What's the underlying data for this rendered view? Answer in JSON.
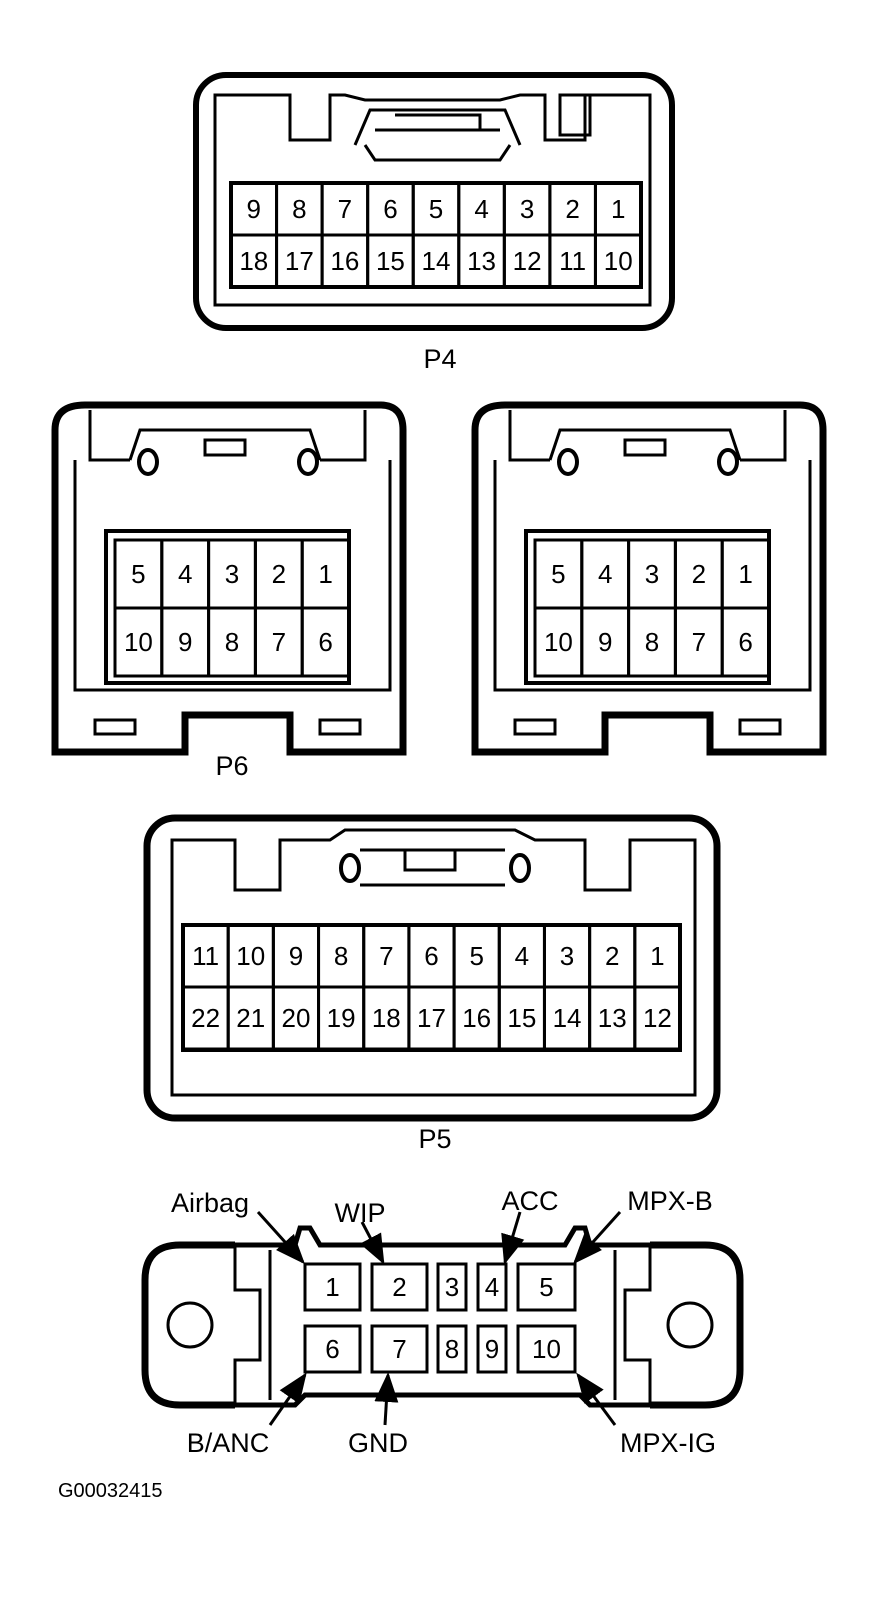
{
  "connectors": {
    "p4": {
      "label": "P4",
      "rows": [
        [
          "9",
          "8",
          "7",
          "6",
          "5",
          "4",
          "3",
          "2",
          "1"
        ],
        [
          "18",
          "17",
          "16",
          "15",
          "14",
          "13",
          "12",
          "11",
          "10"
        ]
      ]
    },
    "p6_left": {
      "rows": [
        [
          "5",
          "4",
          "3",
          "2",
          "1"
        ],
        [
          "10",
          "9",
          "8",
          "7",
          "6"
        ]
      ]
    },
    "p6_right": {
      "rows": [
        [
          "5",
          "4",
          "3",
          "2",
          "1"
        ],
        [
          "10",
          "9",
          "8",
          "7",
          "6"
        ]
      ]
    },
    "p6": {
      "label": "P6"
    },
    "p5": {
      "label": "P5",
      "rows": [
        [
          "11",
          "10",
          "9",
          "8",
          "7",
          "6",
          "5",
          "4",
          "3",
          "2",
          "1"
        ],
        [
          "22",
          "21",
          "20",
          "19",
          "18",
          "17",
          "16",
          "15",
          "14",
          "13",
          "12"
        ]
      ]
    },
    "dlc": {
      "rows": [
        [
          "1",
          "2",
          "3",
          "4",
          "5"
        ],
        [
          "6",
          "7",
          "8",
          "9",
          "10"
        ]
      ],
      "callouts": {
        "airbag": "Airbag",
        "wip": "WIP",
        "acc": "ACC",
        "mpx_b": "MPX-B",
        "b_anc": "B/ANC",
        "gnd": "GND",
        "mpx_ig": "MPX-IG"
      }
    }
  },
  "figure_code": "G00032415"
}
